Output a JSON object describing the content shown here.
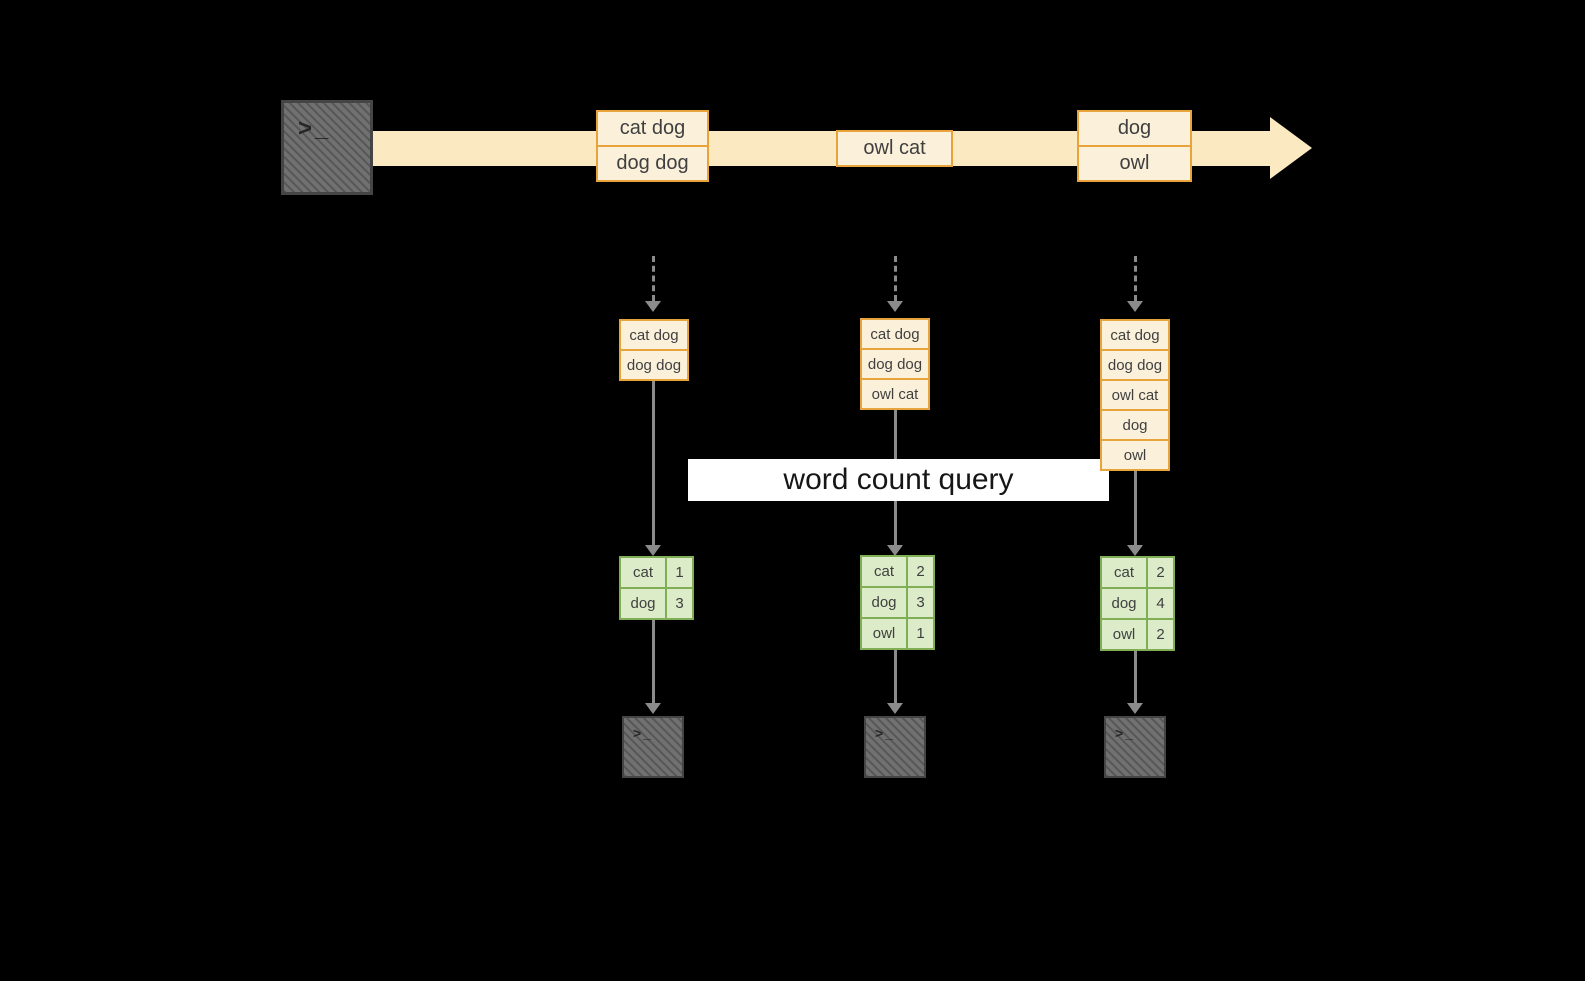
{
  "diagram": {
    "source_terminal": {
      "glyph": ">_"
    },
    "stream_batches": [
      {
        "lines": [
          "cat dog",
          "dog dog"
        ]
      },
      {
        "lines": [
          "owl cat"
        ]
      },
      {
        "lines": [
          "dog",
          "owl"
        ]
      }
    ],
    "query_banner": "word count query",
    "columns": [
      {
        "unbounded_table": [
          "cat dog",
          "dog dog"
        ],
        "result_table": [
          {
            "word": "cat",
            "count": "1"
          },
          {
            "word": "dog",
            "count": "3"
          }
        ],
        "sink_glyph": ">_"
      },
      {
        "unbounded_table": [
          "cat dog",
          "dog dog",
          "owl cat"
        ],
        "result_table": [
          {
            "word": "cat",
            "count": "2"
          },
          {
            "word": "dog",
            "count": "3"
          },
          {
            "word": "owl",
            "count": "1"
          }
        ],
        "sink_glyph": ">_"
      },
      {
        "unbounded_table": [
          "cat dog",
          "dog dog",
          "owl cat",
          "dog",
          "owl"
        ],
        "result_table": [
          {
            "word": "cat",
            "count": "2"
          },
          {
            "word": "dog",
            "count": "4"
          },
          {
            "word": "owl",
            "count": "2"
          }
        ],
        "sink_glyph": ">_"
      }
    ],
    "colors": {
      "background": "#000000",
      "stream_band": "#FAE9C1",
      "record_border": "#E8A33B",
      "record_fill": "#FBF1DB",
      "table_border": "#7FAE54",
      "table_fill": "#DCEBC8",
      "arrow": "#8B8B8B",
      "banner_bg": "#FFFFFF"
    }
  }
}
